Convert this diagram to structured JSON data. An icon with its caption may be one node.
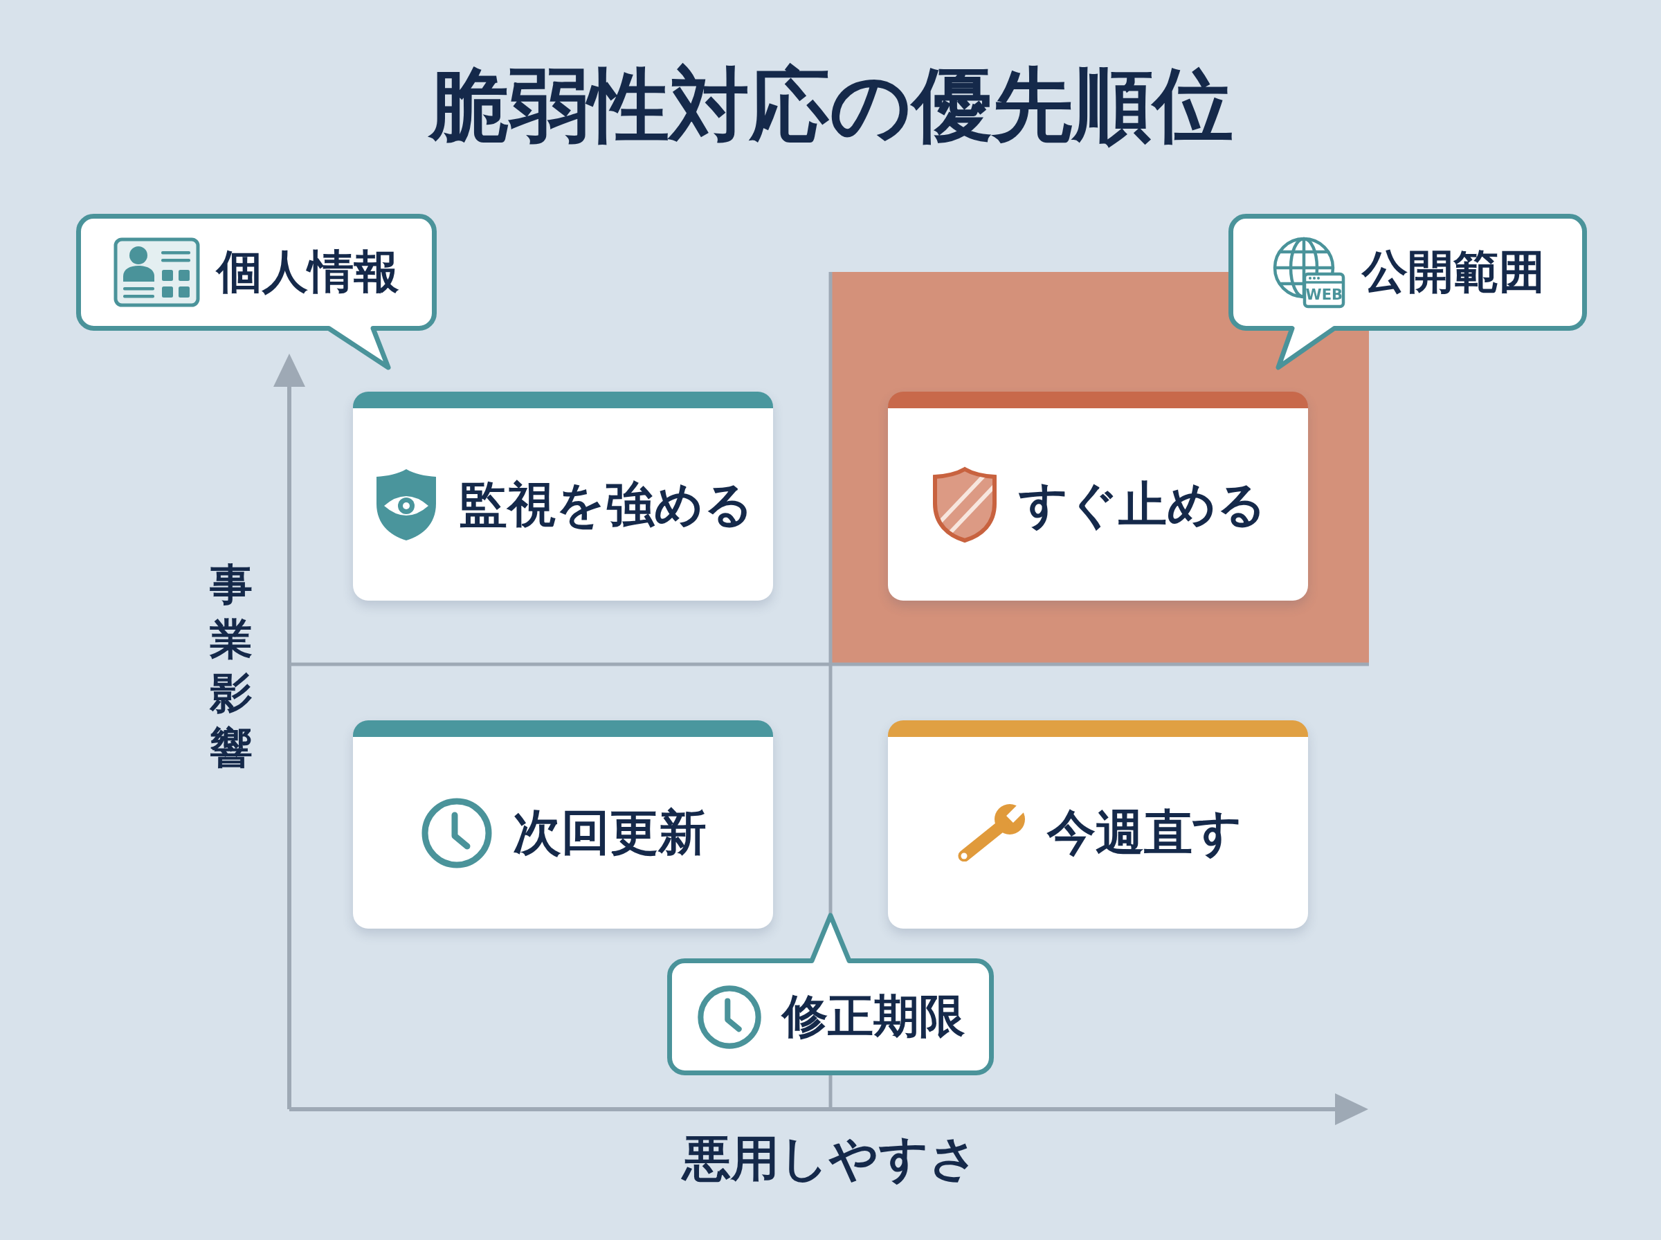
{
  "diagram": {
    "title": "脆弱性対応の優先順位",
    "nodes": [
      {
        "text": [
          "個人情報"
        ]
      },
      {
        "text": [
          "公開範囲"
        ]
      },
      {
        "text": [],
        "shape": "box"
      },
      {
        "text": [
          "監視を強める"
        ]
      },
      {
        "text": [
          "すぐ止める"
        ],
        "in": 2
      },
      {
        "text": [
          "次回更新"
        ]
      },
      {
        "text": [
          "今週直す"
        ]
      },
      {
        "text": [
          "修正期限"
        ]
      }
    ],
    "labels": [
      "WEB",
      "事業影響",
      "悪用しやすさ"
    ]
  }
}
